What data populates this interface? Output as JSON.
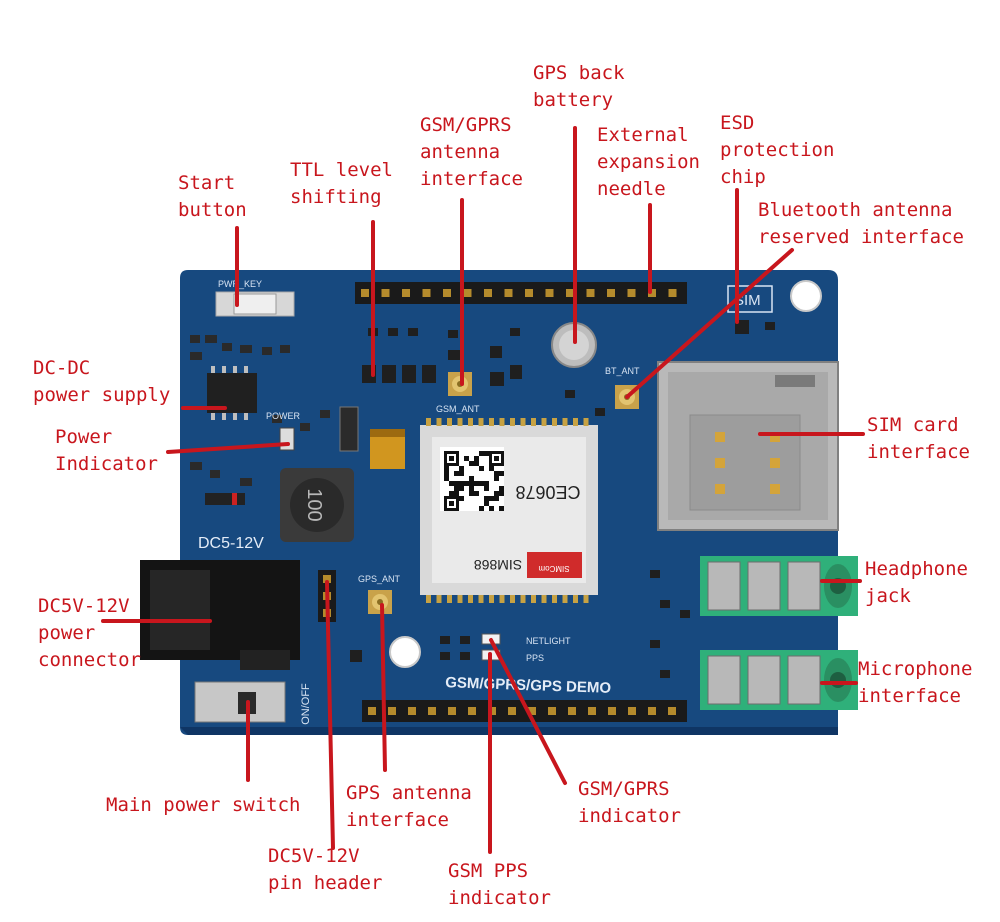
{
  "board": {
    "silkscreen": {
      "pwr_key": "PWR_KEY",
      "sim": "SIM",
      "power": "POWER",
      "gsm_ant": "GSM_ANT",
      "bt_ant": "BT_ANT",
      "gps_ant": "GPS_ANT",
      "netlight": "NETLIGHT",
      "pps": "PPS",
      "dc_range": "DC5-12V",
      "on_off": "ON/OFF",
      "board_title": "GSM/GPRS/GPS DEMO",
      "inductor": "100",
      "module_name": "SIM868",
      "module_ce": "CE0678",
      "module_brand": "SIMCom"
    }
  },
  "callouts": [
    {
      "id": "start-button",
      "lines": [
        "Start",
        "button"
      ]
    },
    {
      "id": "ttl-level-shifting",
      "lines": [
        "TTL level",
        "shifting"
      ]
    },
    {
      "id": "gsm-gprs-antenna-interface",
      "lines": [
        "GSM/GPRS",
        "antenna",
        "interface"
      ]
    },
    {
      "id": "gps-back-battery",
      "lines": [
        "GPS back",
        "battery"
      ]
    },
    {
      "id": "external-expansion-needle",
      "lines": [
        "External",
        "expansion",
        "needle"
      ]
    },
    {
      "id": "esd-protection-chip",
      "lines": [
        "ESD",
        "protection",
        "chip"
      ]
    },
    {
      "id": "bluetooth-antenna-reserved-interface",
      "lines": [
        "Bluetooth antenna",
        "reserved interface"
      ]
    },
    {
      "id": "dc-dc-power-supply",
      "lines": [
        "DC-DC",
        "power supply"
      ]
    },
    {
      "id": "power-indicator",
      "lines": [
        "Power",
        "Indicator"
      ]
    },
    {
      "id": "sim-card-interface",
      "lines": [
        "SIM card",
        "interface"
      ]
    },
    {
      "id": "headphone-jack",
      "lines": [
        "Headphone",
        "jack"
      ]
    },
    {
      "id": "dc5v-12v-power-connector",
      "lines": [
        "DC5V-12V",
        "power",
        "connector"
      ]
    },
    {
      "id": "microphone-interface",
      "lines": [
        "Microphone",
        "interface"
      ]
    },
    {
      "id": "main-power-switch",
      "lines": [
        "Main power switch"
      ]
    },
    {
      "id": "gps-antenna-interface",
      "lines": [
        "GPS antenna",
        "interface"
      ]
    },
    {
      "id": "gsm-gprs-indicator",
      "lines": [
        "GSM/GPRS",
        "indicator"
      ]
    },
    {
      "id": "dc5v-12v-pin-header",
      "lines": [
        "DC5V-12V",
        "pin header"
      ]
    },
    {
      "id": "gsm-pps-indicator",
      "lines": [
        "GSM PPS",
        "indicator"
      ]
    }
  ],
  "colors": {
    "callout": "#c8161d",
    "pcb": "#17497f",
    "jack": "#2fb07a",
    "background": "#ffffff"
  }
}
